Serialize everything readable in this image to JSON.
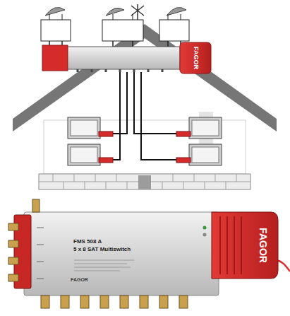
{
  "diagram": {
    "labels": [
      "FAGOR",
      "FMS 508 A",
      "5 x 8 SAT Multiswitch",
      "FAGOR",
      "FAGOR"
    ]
  }
}
